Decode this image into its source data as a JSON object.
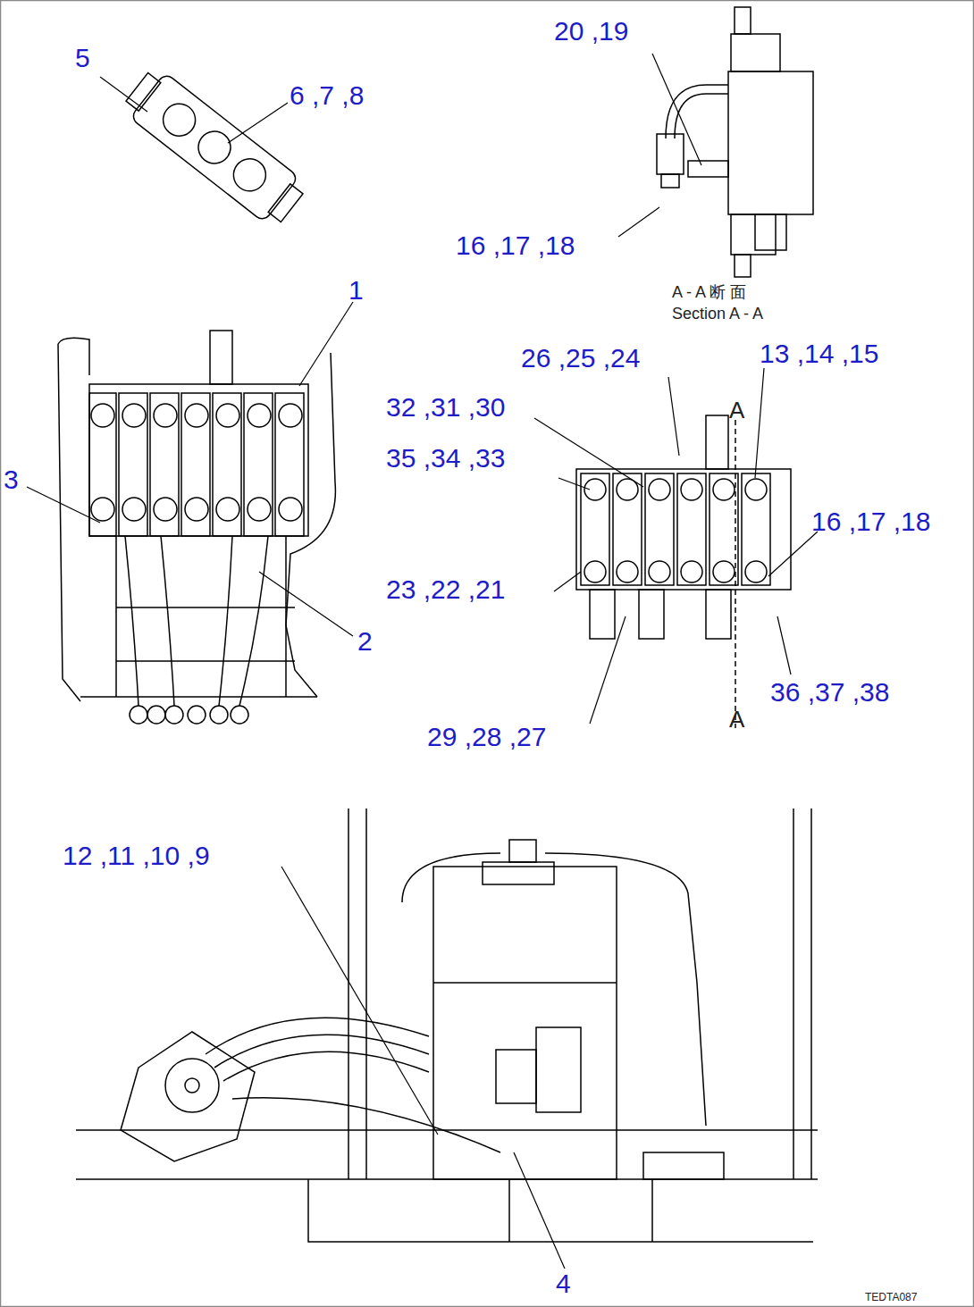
{
  "diagram": {
    "labels": [
      "5",
      "6 ,7 ,8",
      "20 ,19",
      "16 ,17 ,18",
      "A - A 断 面",
      "Section A - A",
      "1",
      "3",
      "2",
      "26 ,25 ,24",
      "13 ,14 ,15",
      "32 ,31 ,30",
      "35 ,34 ,33",
      "A",
      "16 ,17 ,18",
      "23 ,22 ,21",
      "36 ,37 ,38",
      "A",
      "29 ,28 ,27",
      "12 ,11 ,10 ,9",
      "4",
      "TEDTA087"
    ]
  }
}
